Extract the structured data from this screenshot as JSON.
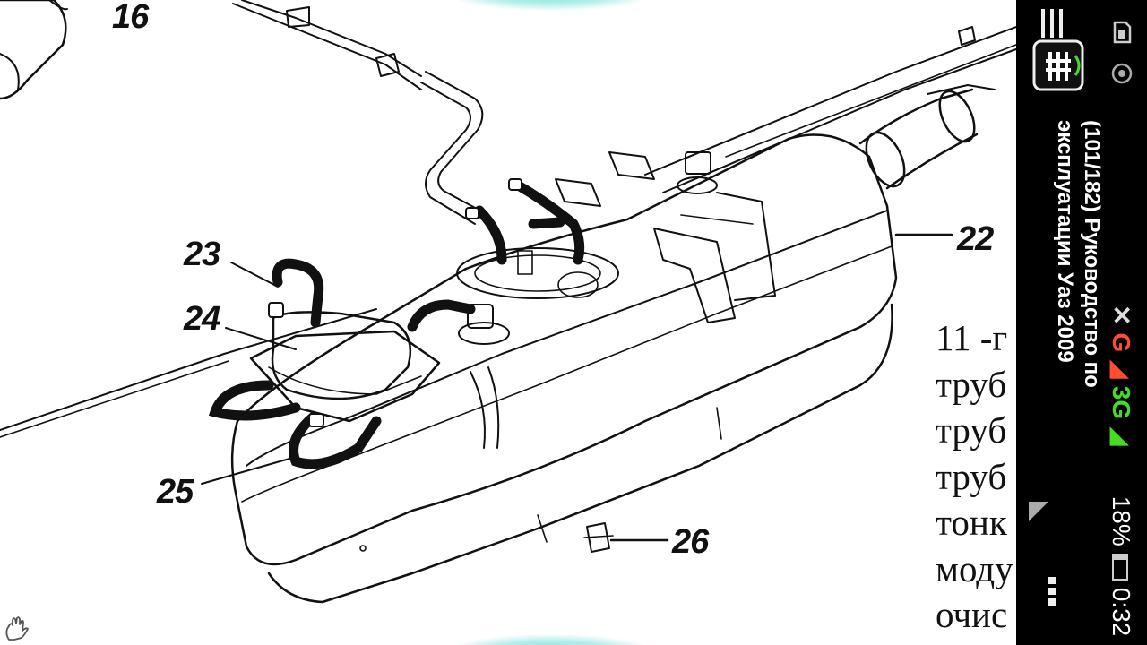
{
  "viewer": {
    "callouts": [
      "16",
      "22",
      "23",
      "24",
      "25",
      "26"
    ],
    "doc_lines": [
      "11 -г",
      "труб",
      "труб",
      "труб",
      "тонк",
      "моду",
      "очис"
    ]
  },
  "app_bar": {
    "title_line1": "(101/182) Руководство по",
    "title_line2": "эксплуатации Уаз 2009",
    "menu_icon": "hamburger-icon",
    "app_icon": "book-reader-icon",
    "overflow_icon": "more-dots-icon"
  },
  "status_bar": {
    "network_g": "G",
    "network_3g": "3G",
    "battery": "18%",
    "time": "0:32",
    "icons": [
      "sim-icon",
      "alarm-icon",
      "no-signal-icon",
      "signal-icon",
      "battery-icon",
      "hand-gesture-icon"
    ]
  },
  "colors": {
    "glow": "#6fe0d6",
    "signal_g": "#ff4d2e",
    "signal_3g": "#44dd22",
    "statusbar": "#000000"
  }
}
